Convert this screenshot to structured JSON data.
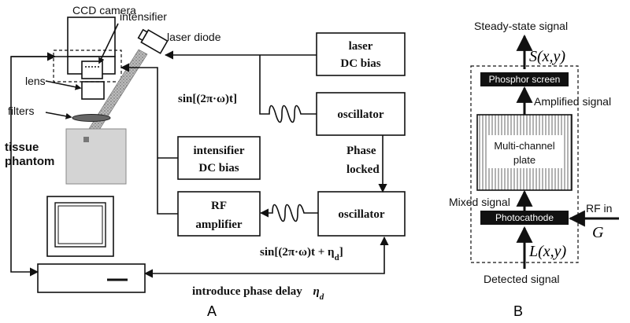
{
  "panel_a": {
    "ccd_camera": "CCD camera",
    "intensifier": "intensifier",
    "laser_diode": "laser diode",
    "lens": "lens",
    "filters": "filters",
    "tissue": "tissue",
    "phantom": "phantom",
    "laser_dc_bias_1": "laser",
    "laser_dc_bias_2": "DC bias",
    "oscillator_top": "oscillator",
    "sin_top": "sin[(2π·ω)t]",
    "phase_locked_1": "Phase",
    "phase_locked_2": "locked",
    "intensifier_dc_1": "intensifier",
    "intensifier_dc_2": "DC bias",
    "rf_amp_1": "RF",
    "rf_amp_2": "amplifier",
    "oscillator_bottom": "oscillator",
    "sin_bottom": "sin[(2π·ω)t + η",
    "sin_bottom_sub": "d",
    "sin_bottom_end": "]",
    "phase_delay": "introduce phase delay",
    "phase_delay_sym": "η",
    "phase_delay_sub": "d",
    "panel_label": "A"
  },
  "panel_b": {
    "steady_state": "Steady-state signal",
    "s_xy": "S(x,y)",
    "phosphor": "Phosphor screen",
    "amplified": "Amplified signal",
    "mcp_1": "Multi-channel",
    "mcp_2": "plate",
    "mixed": "Mixed signal",
    "rf_in": "RF in",
    "g": "G",
    "photocathode": "Photocathode",
    "l_xy": "L(x,y)",
    "detected": "Detected signal",
    "panel_label": "B"
  }
}
